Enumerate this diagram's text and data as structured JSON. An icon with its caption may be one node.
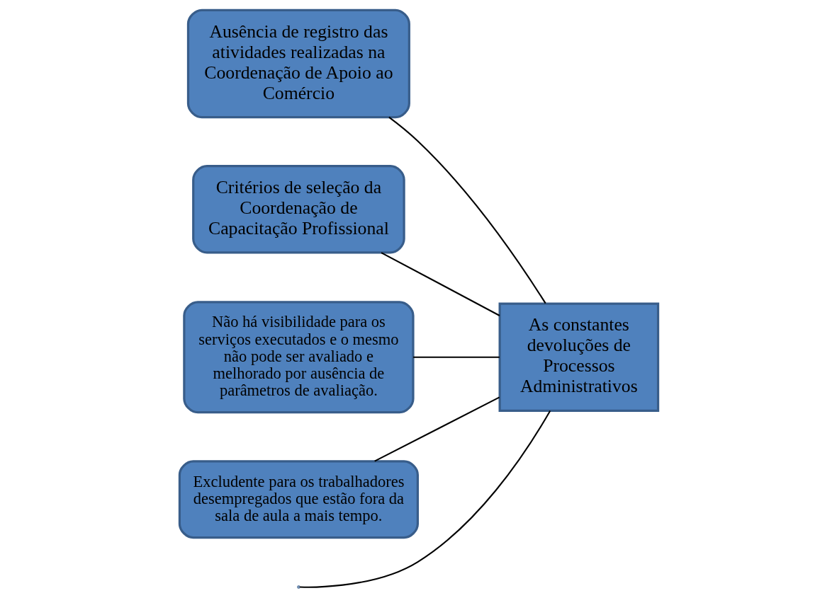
{
  "diagram": {
    "nodes": [
      {
        "text": [
          "Ausência de registro das atividades realizadas na Coordenação de Apoio ao Comércio"
        ]
      },
      {
        "text": [
          "Critérios de seleção da Coordenação de Capacitação Profissional"
        ]
      },
      {
        "text": [
          "Não há visibilidade para os serviços executados e o mesmo não pode ser avaliado e melhorado por ausência de parâmetros de avaliação."
        ]
      },
      {
        "text": [
          "Excludente para os trabalhadores desempregados que estão fora da sala de aula a mais tempo."
        ]
      },
      {
        "text": [
          "As constantes devoluções de Processos Administrativos"
        ]
      }
    ],
    "edges": [
      {
        "from": null,
        "to": 4,
        "arrow": "none"
      },
      {
        "from": 0,
        "to": 4,
        "arrow": "none"
      },
      {
        "from": 1,
        "to": 4,
        "arrow": "none"
      },
      {
        "from": 2,
        "to": 4,
        "arrow": "none"
      },
      {
        "from": 3,
        "to": 4,
        "arrow": "none"
      }
    ]
  }
}
